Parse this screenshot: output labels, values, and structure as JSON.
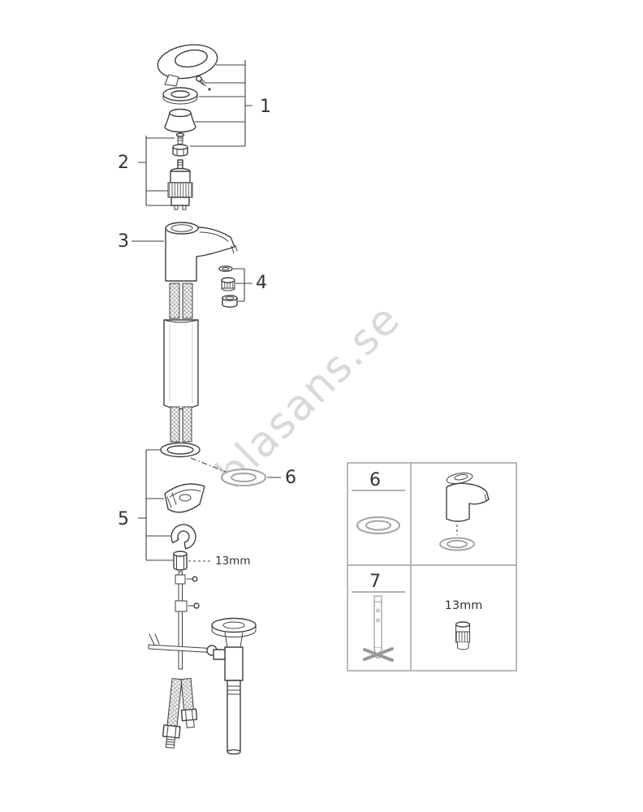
{
  "watermark": "blasans.se",
  "callouts": {
    "n1": "1",
    "n2": "2",
    "n3": "3",
    "n4": "4",
    "n5": "5",
    "n6": "6",
    "nut_size": "13mm"
  },
  "parts_table": {
    "item6_label": "6",
    "item7_label": "7",
    "tool_size": "13mm"
  },
  "colors": {
    "line": "#3f3f3f",
    "gray_part": "#a3a3a3",
    "table_border": "#9c9c9c",
    "watermark": "#d9d9d9",
    "background": "#ffffff"
  }
}
